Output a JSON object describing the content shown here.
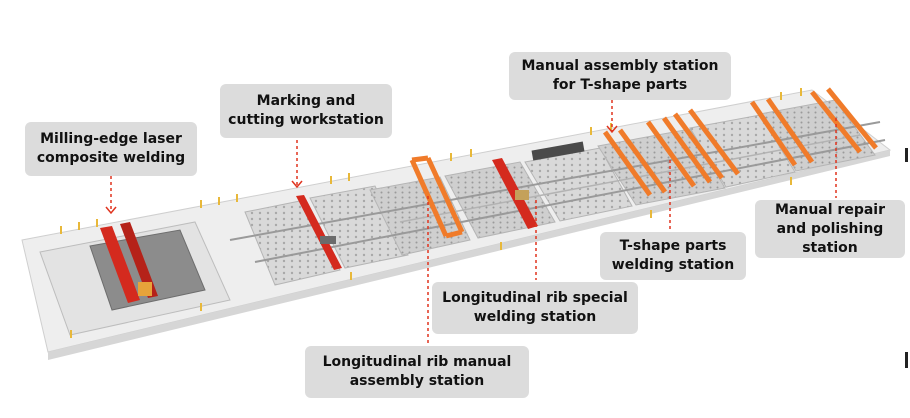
{
  "colors": {
    "accent": "#e0341f",
    "gantry_orange": "#f07b2a",
    "callout_bg": "#dcdcdc",
    "leader_line": "#e0341f"
  },
  "callouts": {
    "milling_edge": {
      "line1": "Milling-edge laser",
      "line2": "composite welding"
    },
    "marking_cutting": {
      "line1": "Marking and",
      "line2": "cutting workstation"
    },
    "manual_assembly_t": {
      "line1": "Manual assembly station",
      "line2": "for T-shape parts"
    },
    "manual_repair": {
      "line1": "Manual repair",
      "line2": "and polishing",
      "line3": "station"
    },
    "t_shape_welding": {
      "line1": "T-shape parts",
      "line2": "welding station"
    },
    "rib_special": {
      "line1": "Longitudinal rib special",
      "line2": "welding station"
    },
    "rib_manual_assembly": {
      "line1": "Longitudinal rib manual",
      "line2": "assembly station"
    }
  }
}
